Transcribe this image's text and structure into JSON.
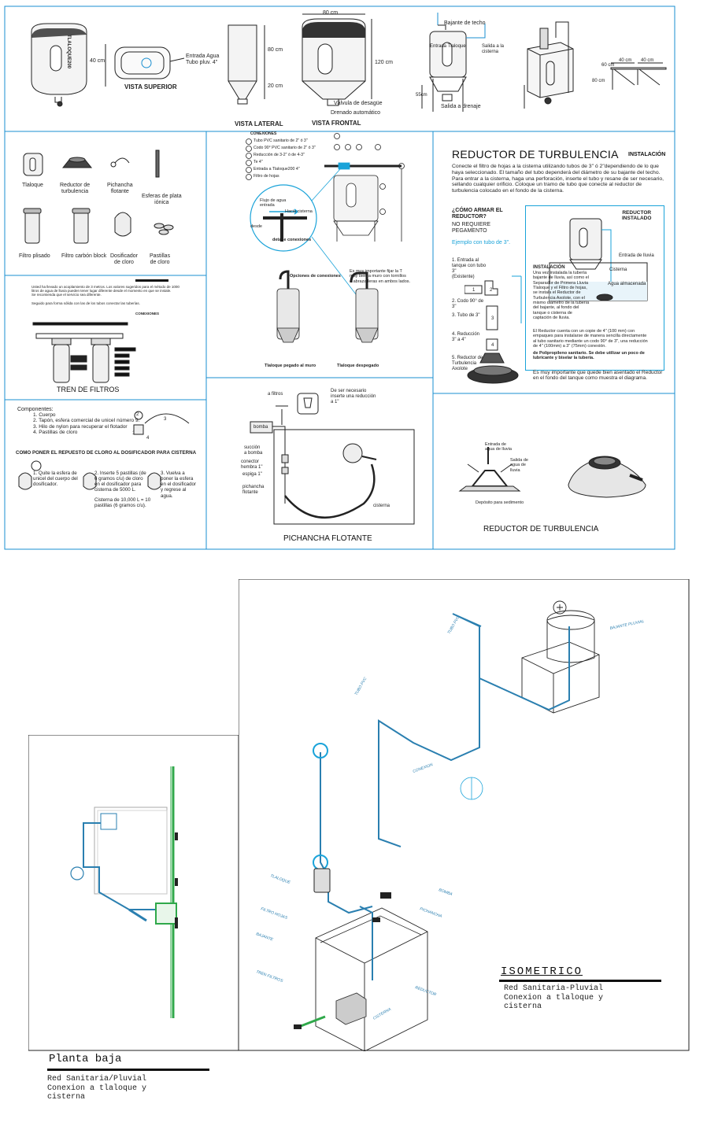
{
  "top_row": {
    "dims": {
      "w40": "40 cm",
      "w80": "80 cm",
      "h80": "80 cm",
      "h20": "20 cm",
      "h120": "120 cm",
      "h55": "55cm",
      "d40a": "40 cm",
      "d40b": "40 cm",
      "d60": "60 cm",
      "d80": "80 cm"
    },
    "entrada": "Entrada Agua\nTubo pluv. 4\"",
    "vista_superior": "VISTA SUPERIOR",
    "vista_lateral": "VISTA LATERAL",
    "vista_frontal": "VISTA FRONTAL",
    "valvula": "Válvula de desagüe",
    "drenado": "Drenado automático",
    "bajante": "Bajante de techo",
    "entrada_tlaloque": "Entrada Tlaloque",
    "salida_cisterna": "Salida a la\ncisterna",
    "salida_drenaje": "Salida a drenaje",
    "brand": "TLALOQUE200"
  },
  "components": {
    "items": [
      {
        "label": "Tlaloque"
      },
      {
        "label": "Reductor de\nturbulencia"
      },
      {
        "label": "Pichancha\nflotante"
      },
      {
        "label": "Esferas de plata\niónica"
      },
      {
        "label": "Filtro plisado"
      },
      {
        "label": "Filtro carbón block"
      },
      {
        "label": "Dosificador\nde cloro"
      },
      {
        "label": "Pastillas\nde cloro"
      }
    ]
  },
  "conexiones": {
    "title": "CONEXIONES",
    "items": [
      "Tubo PVC sanitario de 2\" ó 3\"",
      "Codo 90° PVC sanitario de 2\" ó 3\"",
      "Reducción de 3-2\" ó de 4-3\"",
      "Te 4\"",
      "Entrada a Tlaloque200 4\"",
      "Filtro de hojas"
    ],
    "flujo": "Flujo de agua\nentrada",
    "hacia": "Hacia cisterna",
    "desde": "desde",
    "detalle": "detalle conexiones",
    "opciones": "Opciones de conexiones",
    "importante": "Es muy importante fijar la T\nmuy bien a muro con tornillos\no abrazaderas en ambos lados.",
    "pegado": "Tlaloque pegado al muro",
    "despegado": "Tlaloque despegado"
  },
  "reductor": {
    "title": "REDUCTOR DE TURBULENCIA",
    "instalacion": "INSTALACIÓN",
    "intro": "Conecte el filtro de hojas a la cisterna utilizando tubos de 3\" ó 2\"dependiendo de lo que haya seleccionado. El tamaño del tubo dependerá del diámetro de su bajante del techo. Para entrar a la cisterna, haga una perforación, inserte el tubo y resane de ser necesario, sellando cualquier orificio. Coloque un tramo de tubo que conecte al reductor de turbulencia colocado en el fondo de la cisterna.",
    "como": "¿CÓMO ARMAR EL\nREDUCTOR?",
    "no_requiere": "NO REQUIERE\nPEGAMENTO",
    "ejemplo": "Ejemplo con tubo de 3\".",
    "steps": [
      "1. Entrada al\ntanque con tubo\n3\"\n(Existente)",
      "2. Codo 90° de\n3\"",
      "3. Tubo de 3\"",
      "4. Reducción\n3\" a 4\"",
      "5. Reductor de\nTurbulencia\nAxolote"
    ],
    "instalado": "REDUCTOR\nINSTALADO",
    "entrada_lluvia": "Entrada de lluvia",
    "cisterna": "Cisterna",
    "agua_alm": "Agua almacenada",
    "inst_title": "INSTALACIÓN",
    "inst_text": "Una vez instalada la tubería bajante de lluvia, así como el Separador de Primera Lluvia Tlaloque y el Filtro de hojas, se instala el Reductor de Turbulencia Axolote, con el mismo diámetro de la tubería del bajante, al fondo del tanque o cisterna de captación de lluvia.",
    "inst_text2": "El Reductor cuenta con un copie de 4\" (100 mm) con empaques para instalarse de manera sencilla directamente al tubo sanitario mediante un codo 90° de 3\", una reducción de 4\" (100mm) a 3\" (75mm) conexión.",
    "inst_bold": "de Polipropileno sanitario. Se debe utilizar un poco de lubricante y biselar la tubería.",
    "important": "Es muy importante que quede bien asentado el Reductor en el fondo del tanque como muestra el diagrama.",
    "step_nums": [
      "1",
      "2",
      "3",
      "4"
    ]
  },
  "tren": {
    "note": "Usted ha llevado un acoplamiento de 3 metros. Los valores sugeridos para el método de 1000 litros de agua de lluvia pueden tener lugar diferente desde el momento en que se instale.\nSe recomienda que el servicio sea diferente.",
    "note2": "Seguido para forma sólida con las de los tubos conectar las tuberías.",
    "conexiones": "CONEXIONES",
    "title": "TREN DE FILTROS"
  },
  "dosificador": {
    "components_title": "Componentes:",
    "components": "1. Cuerpo\n2. Tapón, esfera comercial de uniceI número 9.\n3. Hilo de nylon para recuperar el flotador\n4. Pastillas de cloro",
    "como": "COMO PONER EL REPUESTO DE CLORO AL DOSIFICADOR PARA CISTERNA",
    "step1": "1. Quite la esfera de\nunicel del cuerpo del\ndosificador.",
    "step2": "2. Inserte 5 pastillas (de\n6 gramos c/u) de cloro\nen el dosificador para\ncisterna de 5000 L.",
    "cisterna": "Cisterna de 10,000 L = 10\npastillas (6 gramos c/u).",
    "step3": "3. Vuelva a\nponer la esfera\nen el dosificador\ny regrese al\nagua.",
    "nums": [
      "1",
      "2",
      "3",
      "4"
    ]
  },
  "pichancha": {
    "a_filtros": "a filtros",
    "reduccion": "De ser necesario\ninserte una reducción\na 1\"",
    "bomba": "bomba",
    "succion": "succión\na bomba",
    "conector": "conector\nhembra 1\"",
    "espiga": "espiga 1\"",
    "pichancha": "pichancha\nflotante",
    "cisterna": "cisterna",
    "title": "PICHANCHA FLOTANTE"
  },
  "reductor2": {
    "entrada": "Entrada de\nagua de lluvia",
    "salida": "Salida de\nagua de\nlluvia",
    "deposito": "Depósito para sedimento",
    "title": "REDUCTOR DE TURBULENCIA"
  },
  "planta": {
    "title": "Planta baja",
    "subtitle": "Red Sanitaria/Pluvial\nConexion a tlaloque y\ncisterna"
  },
  "isometrico": {
    "title": "ISOMETRICO",
    "subtitle": "Red Sanitaria-Pluvial\nConexion a tlaloque y\ncisterna"
  },
  "colors": {
    "border": "#1a8fd0",
    "cyan": "#1aa3d9",
    "pipe": "#2a7fb0",
    "green": "#2fa84a"
  }
}
